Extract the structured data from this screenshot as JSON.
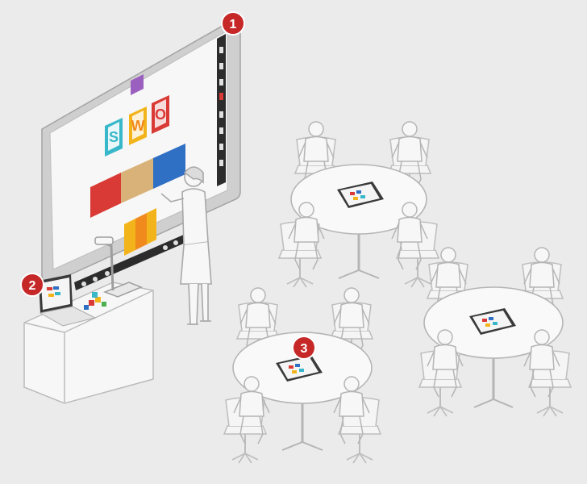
{
  "markers": [
    {
      "label": "1"
    },
    {
      "label": "2"
    },
    {
      "label": "3"
    }
  ],
  "board_tiles": [
    "S",
    "W",
    "O"
  ],
  "colors": {
    "background": "#ebebeb",
    "marker": "#c62828",
    "tile_red": "#d93a35",
    "tile_wood": "#d9b27a",
    "tile_blue": "#2f6fc4",
    "tile_yellow": "#f3b41b",
    "tile_orange": "#f08a1c",
    "tile_cyan": "#37b7c9",
    "tile_purple": "#9b5fc0",
    "line": "#b9b9b9",
    "furniture_fill": "#f7f7f7"
  },
  "icons": [
    "pen-icon",
    "eraser-icon",
    "brush-icon",
    "highlighter-icon",
    "shape-icon",
    "undo-icon",
    "redo-icon",
    "trash-icon",
    "camera-icon",
    "home-icon"
  ]
}
